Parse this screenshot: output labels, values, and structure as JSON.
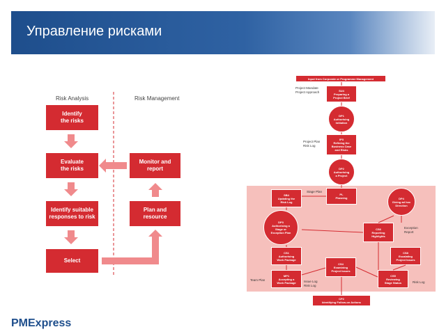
{
  "title": "Управление рисками",
  "colors": {
    "red": "#d42b31",
    "pink": "#f6c0bc",
    "banner": "#1e4e8c"
  },
  "left_diagram": {
    "risk_analysis": "Risk Analysis",
    "risk_management": "Risk Management",
    "identify": "Identify\nthe risks",
    "evaluate": "Evaluate\nthe risks",
    "responses": "Identify suitable\nresponses to risk",
    "select": "Select",
    "monitor": "Monitor and\nreport",
    "plan": "Plan and\nresource"
  },
  "right_diagram": {
    "input": "Input from Corporate or Programme Management",
    "su4": "SU4\nPreparing a\nProject Brief",
    "dp1": "DP1\nAuthorising\nInitiation",
    "ip3": "IP3\nRefining the\nBusiness Case\nand Risks",
    "dp2": "DP2\nAuthorising\na Project",
    "pl": "PL\nPlanning",
    "sb4": "SB4\nUpdating the\nRisk Log",
    "dp4": "DP4\nGiving ad hoc\nDirection",
    "dp3": "DP3\nAuthorising a\nStage or\nException Plan",
    "cs6": "CS6\nReporting\nHighlights",
    "cs1": "CS1\nAuthorising\nWork Package",
    "cs8": "CS8\nEscalating\nProject Issues",
    "mp1": "MP1\nAccepting a\nWork Package",
    "cs4": "CS4\nExamining\nProject Issues",
    "cs5": "CS5\nReviewing\nStage Status",
    "cp2": "CP2\nIdentifying Follow-on Actions",
    "lbl_mandate": "Project Mandate\nProject Approach",
    "lbl_plan": "Project Plan\nRisk Log",
    "lbl_stage": "Stage Plan",
    "lbl_exception": "Exception\nReport",
    "lbl_team": "Team Plan",
    "lbl_issue": "Issue Log\nRisk Log",
    "lbl_risklog": "Risk Log"
  },
  "logo": {
    "pm": "PM",
    "express": "Express"
  }
}
